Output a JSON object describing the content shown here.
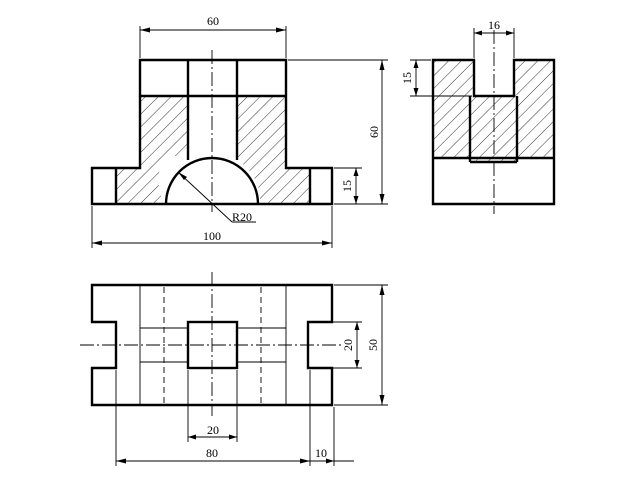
{
  "drawing": {
    "front_view": {
      "dims": {
        "top_width": "60",
        "total_width": "100",
        "height": "60",
        "base_height": "15",
        "radius": "R20"
      }
    },
    "side_view": {
      "dims": {
        "slot_width": "16",
        "slot_depth": "15"
      }
    },
    "top_view": {
      "dims": {
        "depth": "50",
        "inner_width": "20",
        "bore": "20",
        "hole_spacing": "80",
        "edge_offset": "10"
      }
    }
  }
}
